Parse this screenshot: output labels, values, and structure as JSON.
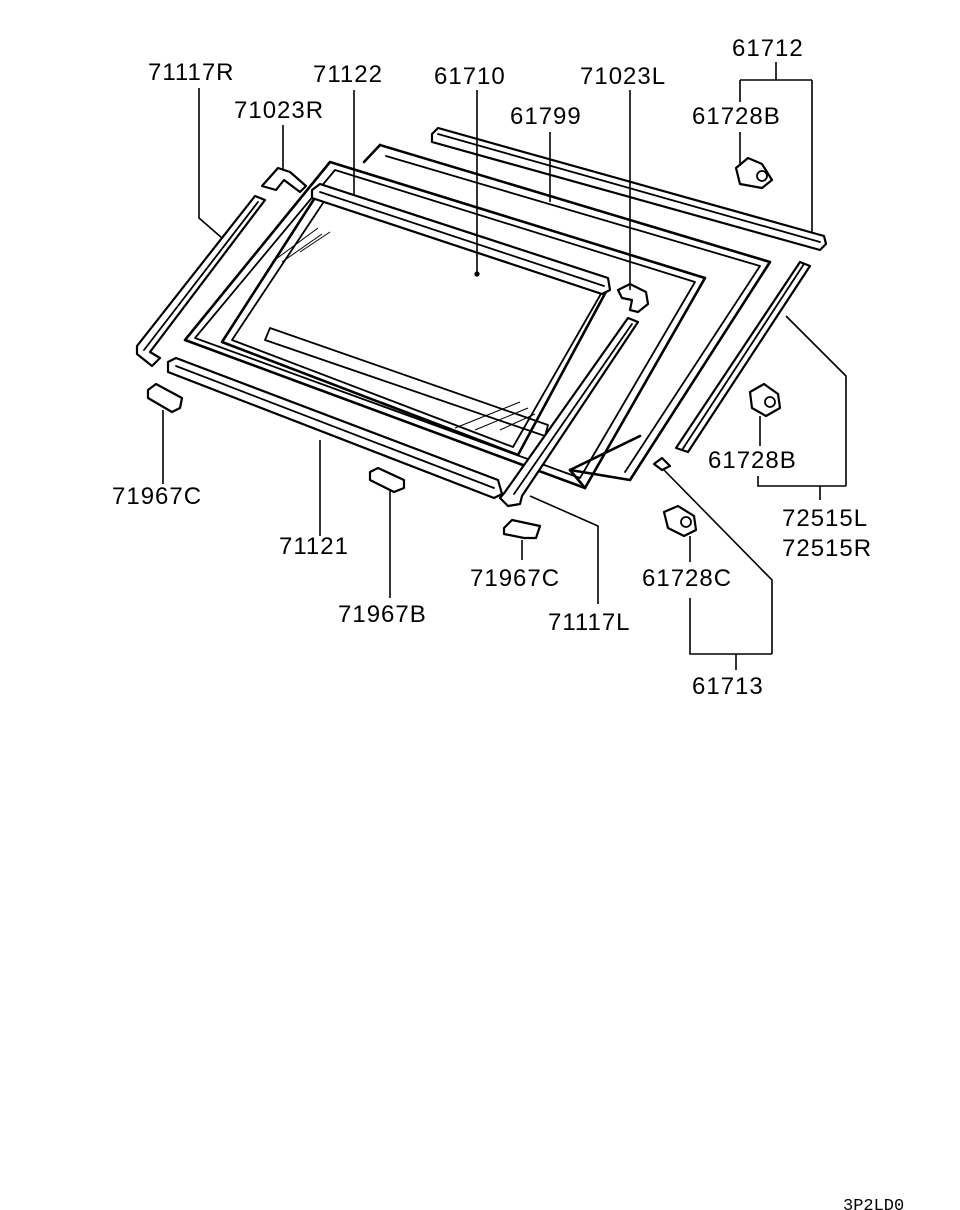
{
  "diagram": {
    "labels": {
      "p71117R": "71117R",
      "p71122": "71122",
      "p61710": "61710",
      "p71023L": "71023L",
      "p61712": "61712",
      "p71023R": "71023R",
      "p61799": "61799",
      "p61728B_top": "61728B",
      "p61728B_right": "61728B",
      "p72515L": "72515L",
      "p72515R": "72515R",
      "p71967C_left": "71967C",
      "p71121": "71121",
      "p71967B": "71967B",
      "p71967C_mid": "71967C",
      "p71117L": "71117L",
      "p61728C": "61728C",
      "p61713": "61713"
    },
    "figure_code": "3P2LD0"
  }
}
